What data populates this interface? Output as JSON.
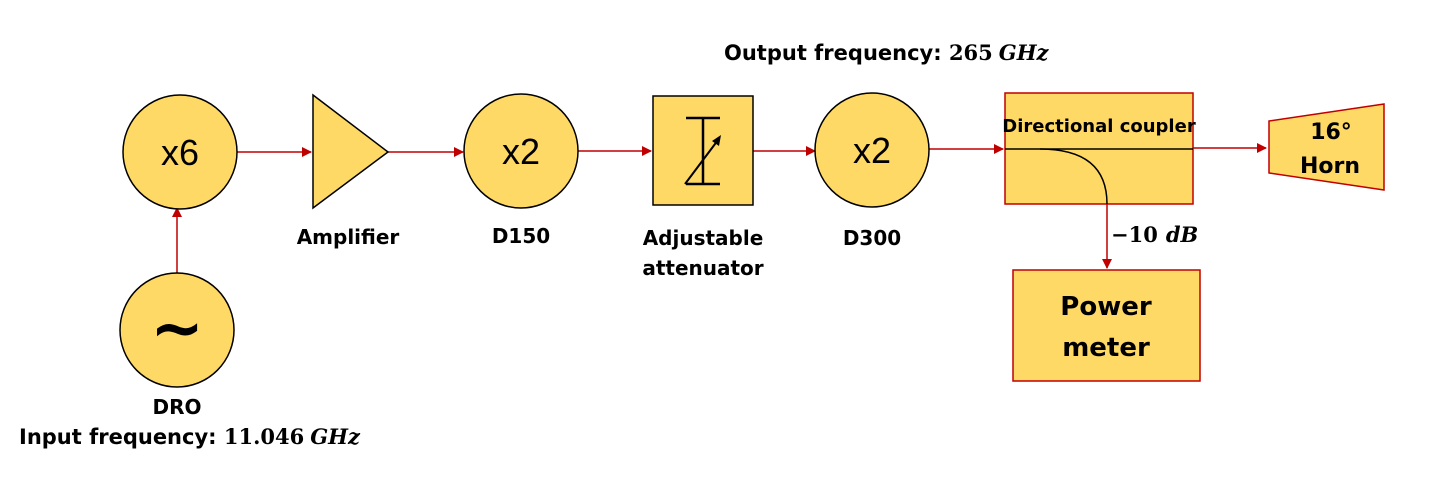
{
  "colors": {
    "fill": "#ffd966",
    "stroke": "#000000",
    "arrow": "#c00000",
    "coupler_stroke": "#c00000"
  },
  "output_frequency": {
    "label": "Output frequency: ",
    "value": "265",
    "unit": "GHz"
  },
  "input_frequency": {
    "label": "Input frequency: ",
    "value": "11.046",
    "unit": "GHz"
  },
  "blocks": {
    "mult1": {
      "text": "x6",
      "icon": "multiplier"
    },
    "dro": {
      "glyph": "~",
      "label": "DRO",
      "icon": "oscillator"
    },
    "amplifier": {
      "label": "Amplifier",
      "icon": "amplifier-triangle"
    },
    "mult2": {
      "text": "x2",
      "label": "D150",
      "icon": "multiplier"
    },
    "attenuator": {
      "label_line1": "Adjustable",
      "label_line2": "attenuator",
      "icon": "variable-attenuator"
    },
    "mult3": {
      "text": "x2",
      "label": "D300",
      "icon": "multiplier"
    },
    "coupler": {
      "label": "Directional coupler",
      "coupling_value": "−10",
      "coupling_unit": "dB"
    },
    "power_meter": {
      "line1": "Power",
      "line2": "meter"
    },
    "horn": {
      "line1": "16°",
      "line2": "Horn",
      "icon": "horn-antenna"
    }
  }
}
